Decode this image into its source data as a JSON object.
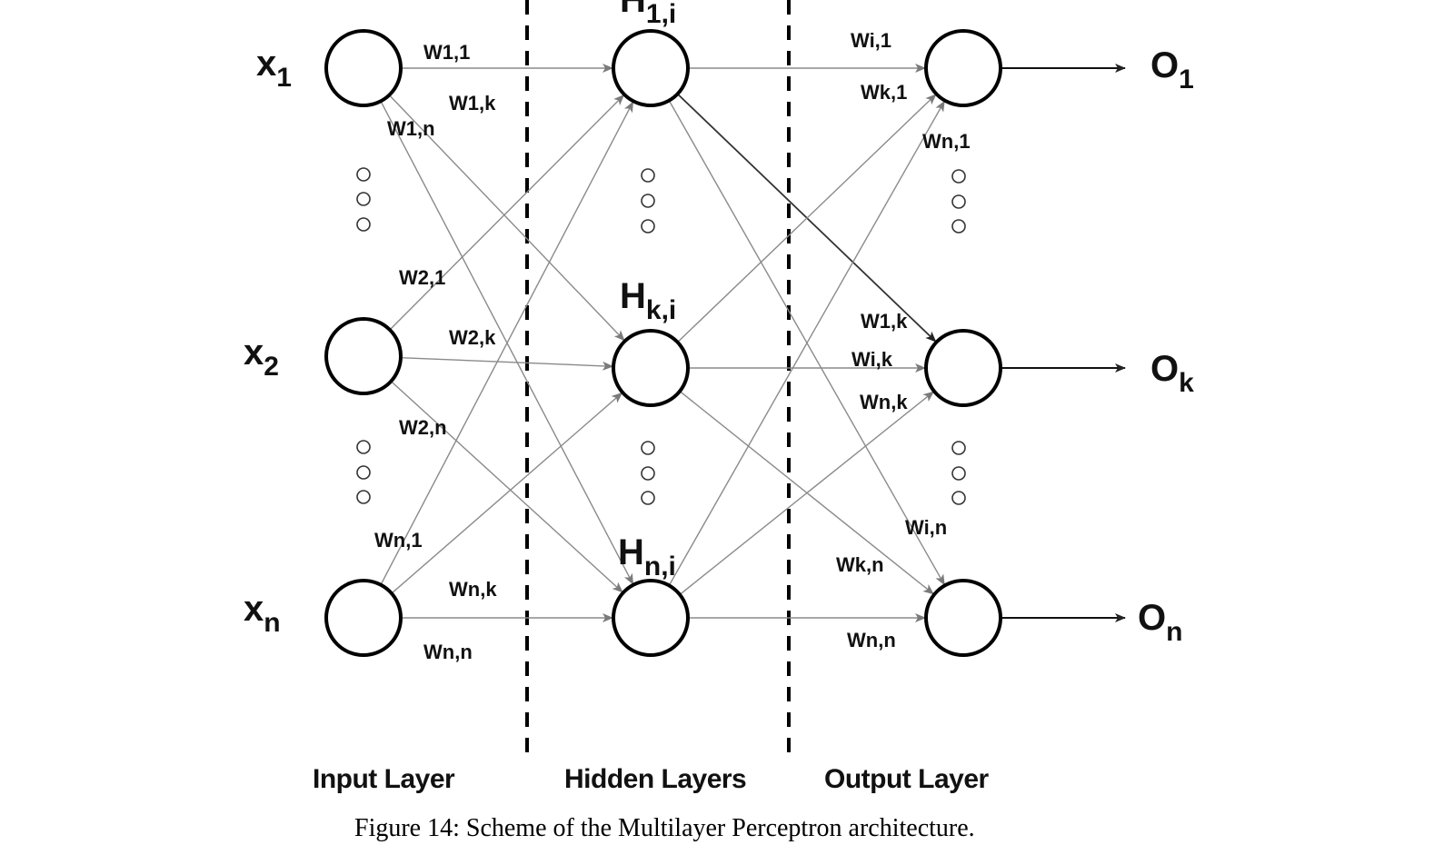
{
  "figure": {
    "caption": "Figure 14: Scheme of the Multilayer Perceptron architecture."
  },
  "layers": {
    "input": "Input Layer",
    "hidden": "Hidden Layers",
    "output": "Output Layer"
  },
  "nodes": {
    "input": [
      {
        "base": "x",
        "sub": "1"
      },
      {
        "base": "x",
        "sub": "2"
      },
      {
        "base": "x",
        "sub": "n"
      }
    ],
    "hidden": [
      {
        "base": "H",
        "sub": "1,i"
      },
      {
        "base": "H",
        "sub": "k,i"
      },
      {
        "base": "H",
        "sub": "n,i"
      }
    ],
    "output": [
      {
        "base": "O",
        "sub": "1"
      },
      {
        "base": "O",
        "sub": "k"
      },
      {
        "base": "O",
        "sub": "n"
      }
    ]
  },
  "weights": {
    "input_hidden": [
      "W1,1",
      "W1,k",
      "W1,n",
      "W2,1",
      "W2,k",
      "W2,n",
      "Wn,1",
      "Wn,k",
      "Wn,n"
    ],
    "hidden_output": [
      "Wi,1",
      "Wk,1",
      "Wn,1",
      "W1,k",
      "Wi,k",
      "Wn,k",
      "Wi,n",
      "Wk,n",
      "Wn,n"
    ]
  },
  "colors": {
    "node_stroke": "#000000",
    "edge": "#8a8a8a",
    "edge_highlight": "#333333",
    "divider": "#000000"
  }
}
